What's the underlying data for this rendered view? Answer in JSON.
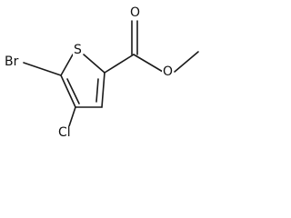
{
  "molecule": {
    "atoms": {
      "sulfur": "S",
      "bromine": "Br",
      "chlorine": "Cl",
      "carbonyl_oxygen": "O",
      "ester_oxygen": "O"
    }
  }
}
